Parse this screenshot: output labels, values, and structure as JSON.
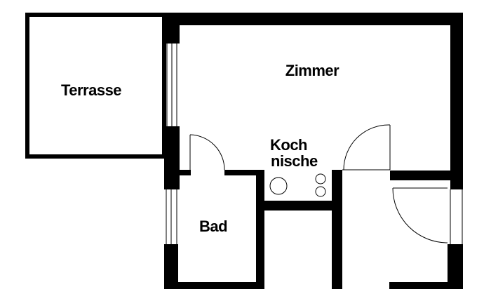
{
  "plan": {
    "rooms": {
      "terrasse": "Terrasse",
      "zimmer": "Zimmer",
      "kochnische_line1": "Koch",
      "kochnische_line2": "nische",
      "bad": "Bad"
    },
    "colors": {
      "wall": "#000000",
      "background": "#ffffff"
    }
  }
}
